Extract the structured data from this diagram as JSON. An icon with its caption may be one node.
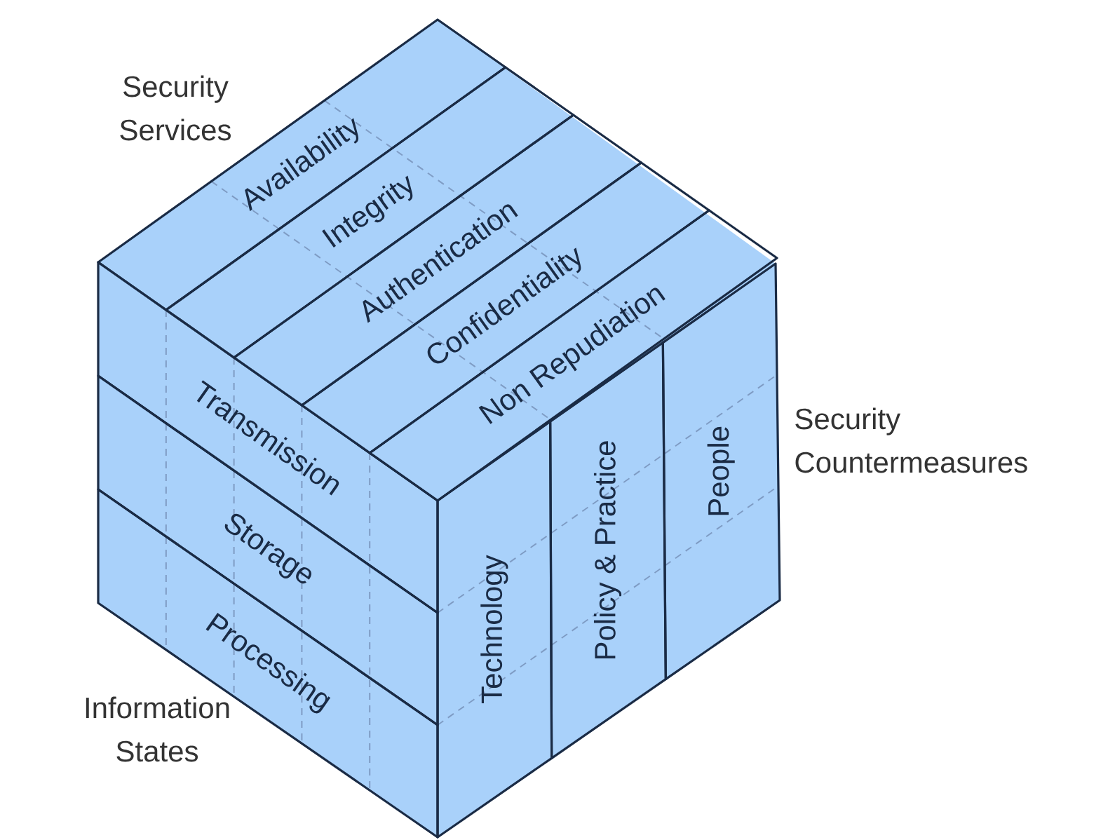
{
  "diagram": {
    "nodes": [
      {
        "text": [
          "Availability"
        ]
      },
      {
        "text": [
          "Integrity"
        ]
      },
      {
        "text": [
          "Authentication"
        ]
      },
      {
        "text": [
          "Confidentiality"
        ]
      },
      {
        "text": [
          "Non Repudiation"
        ]
      },
      {
        "text": [
          "Transmission"
        ]
      },
      {
        "text": [
          "Storage"
        ]
      },
      {
        "text": [
          "Processing"
        ]
      },
      {
        "text": [
          "Technology"
        ]
      },
      {
        "text": [
          "Policy & Practice"
        ]
      },
      {
        "text": [
          "People"
        ]
      }
    ],
    "labels": [
      "Security Services",
      "Security Countermeasures",
      "Information States"
    ]
  }
}
